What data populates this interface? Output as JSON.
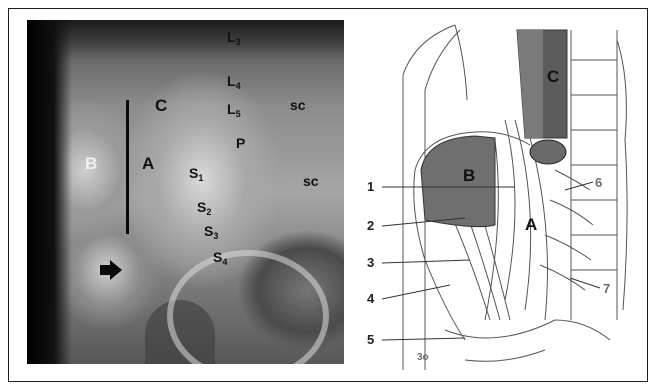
{
  "xray": {
    "labels": {
      "L3": {
        "base": "L",
        "sub": "3"
      },
      "L4": {
        "base": "L",
        "sub": "4"
      },
      "L5": {
        "base": "L",
        "sub": "5"
      },
      "S1": {
        "base": "S",
        "sub": "1"
      },
      "S2": {
        "base": "S",
        "sub": "2"
      },
      "S3": {
        "base": "S",
        "sub": "3"
      },
      "S4": {
        "base": "S",
        "sub": "4"
      },
      "P": "P",
      "A": "A",
      "B": "B",
      "C": "C",
      "sc_upper": "sc",
      "sc_lower": "sc"
    }
  },
  "drawing": {
    "region_labels": {
      "A": "A",
      "B": "B",
      "C": "C"
    },
    "numbers": [
      "1",
      "2",
      "3",
      "4",
      "5",
      "6",
      "7"
    ],
    "corner_text": "3o"
  },
  "colors": {
    "border": "#1f1f1f",
    "ink": "#111111"
  }
}
